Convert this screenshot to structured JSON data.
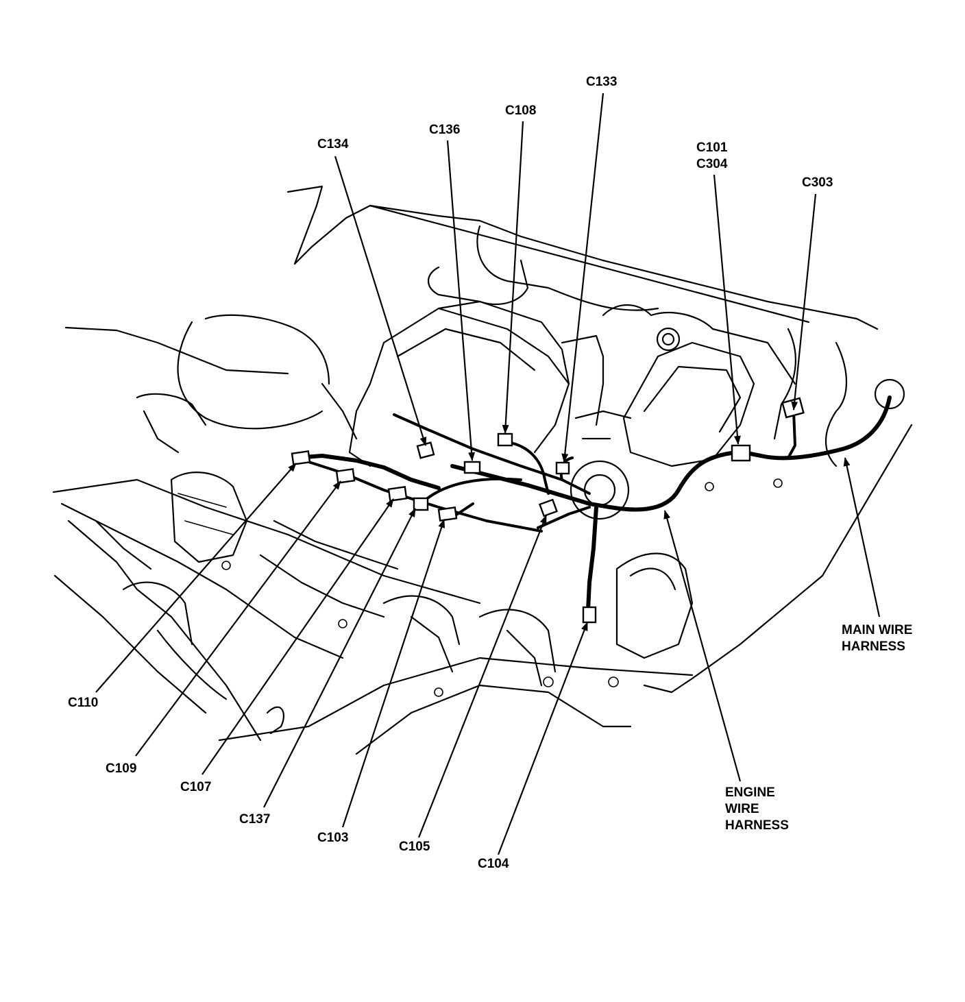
{
  "callouts": {
    "c133": "C133",
    "c108": "C108",
    "c136": "C136",
    "c134": "C134",
    "c101_c304": "C101\nC304",
    "c303": "C303",
    "main_wire_harness": "MAIN WIRE\nHARNESS",
    "c110": "C110",
    "c109": "C109",
    "c107": "C107",
    "c137": "C137",
    "c103": "C103",
    "c105": "C105",
    "c104": "C104",
    "engine_wire_harness": "ENGINE\nWIRE\nHARNESS"
  }
}
